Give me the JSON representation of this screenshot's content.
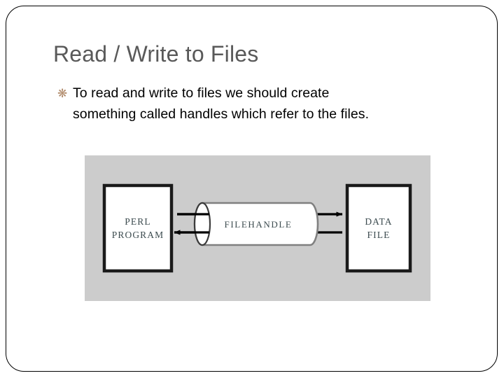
{
  "slide": {
    "title": "Read / Write to Files",
    "border_color": "#000000",
    "background_color": "#ffffff",
    "title_color": "#595959"
  },
  "body": {
    "bullets": [
      {
        "marker_glyph": "❋",
        "marker_name": "ornament-bullet-icon",
        "marker_color": "#b08a6a",
        "line1": "To read and write to files we should create",
        "line2": "something called handles which refer to the files."
      }
    ]
  },
  "diagram": {
    "background_color": "#cccccc",
    "shape_fill": "#ffffff",
    "shape_stroke": "#000000",
    "label_color": "#3c4b4f",
    "cylinder_stroke": "#808080",
    "nodes": [
      {
        "id": "perl-program",
        "type": "box",
        "line1": "PERL",
        "line2": "PROGRAM"
      },
      {
        "id": "filehandle",
        "type": "cylinder",
        "label": "FILEHANDLE"
      },
      {
        "id": "data-file",
        "type": "box",
        "line1": "DATA",
        "line2": "FILE"
      }
    ],
    "connectors": [
      {
        "id": "perl-to-filehandle",
        "from": "perl-program",
        "to": "filehandle",
        "arrow": false
      },
      {
        "id": "filehandle-to-perl",
        "from": "filehandle",
        "to": "perl-program",
        "arrow": true
      },
      {
        "id": "filehandle-to-datafile",
        "from": "filehandle",
        "to": "data-file",
        "arrow": true
      },
      {
        "id": "datafile-to-filehandle",
        "from": "data-file",
        "to": "filehandle",
        "arrow": false
      }
    ]
  }
}
